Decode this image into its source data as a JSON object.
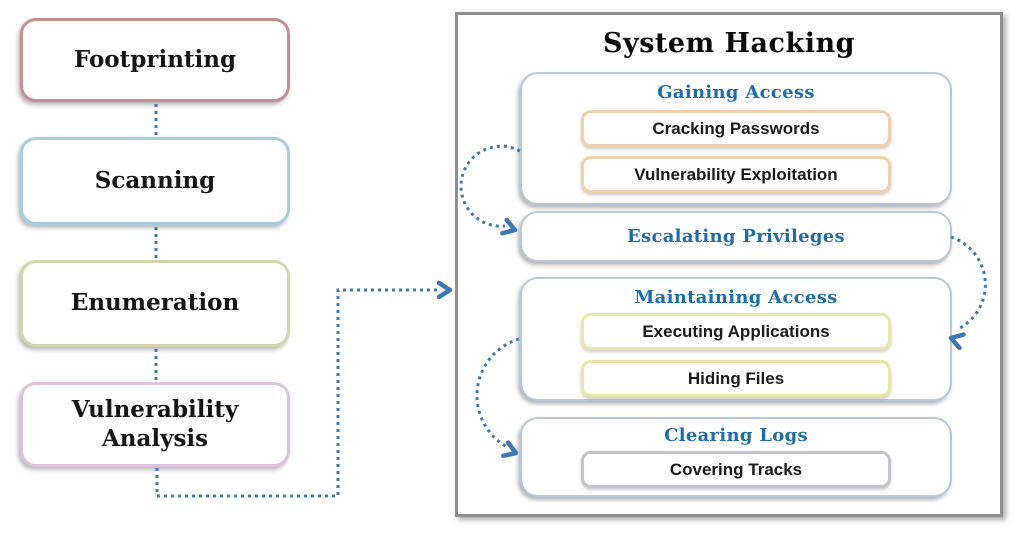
{
  "palette": {
    "connector": "#3e78b1",
    "heading_blue": "#1e6cac",
    "panel_border": "#8f8f8f",
    "title_color": "#0c0c0c"
  },
  "pre_hacking_flow": {
    "steps": [
      {
        "label": "Footprinting",
        "border_color": "#c28f90"
      },
      {
        "label": "Scanning",
        "border_color": "#a6cedd"
      },
      {
        "label": "Enumeration",
        "border_color": "#d3d5ab"
      },
      {
        "label": "Vulnerability Analysis",
        "border_color": "#dcc2dc"
      }
    ]
  },
  "system_hacking": {
    "title": "System Hacking",
    "stages": [
      {
        "heading": "Gaining Access",
        "items": [
          {
            "label": "Cracking Passwords",
            "border_color": "#eed2ad"
          },
          {
            "label": "Vulnerability Exploitation",
            "border_color": "#eed2ad"
          }
        ]
      },
      {
        "heading": "Escalating Privileges",
        "items": []
      },
      {
        "heading": "Maintaining Access",
        "items": [
          {
            "label": "Executing Applications",
            "border_color": "#e8e8a2"
          },
          {
            "label": "Hiding Files",
            "border_color": "#e8e8a2"
          }
        ]
      },
      {
        "heading": "Clearing Logs",
        "items": [
          {
            "label": "Covering Tracks",
            "border_color": "#c4c2ce"
          }
        ]
      }
    ]
  }
}
